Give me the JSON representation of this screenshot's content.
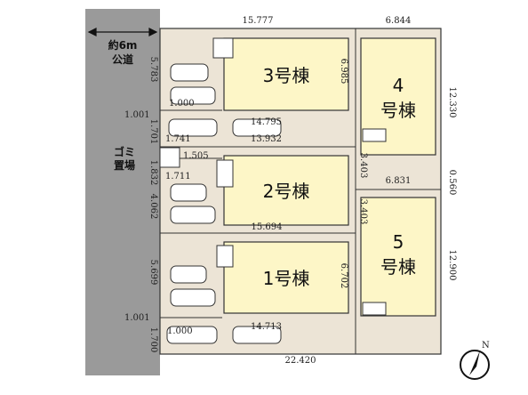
{
  "road": {
    "label_line1": "約6m",
    "label_line2": "公道"
  },
  "garbage": {
    "label_line1": "ゴミ",
    "label_line2": "置場"
  },
  "buildings": [
    {
      "id": "b3",
      "label": "3号棟"
    },
    {
      "id": "b4",
      "label_line1": "4",
      "label_line2": "号棟"
    },
    {
      "id": "b2",
      "label": "2号棟"
    },
    {
      "id": "b5",
      "label_line1": "5",
      "label_line2": "号棟"
    },
    {
      "id": "b1",
      "label": "1号棟"
    }
  ],
  "dimensions": {
    "top_left": "15.777",
    "top_right": "6.844",
    "left_lot3": "5.783",
    "right_lot3": "6.985",
    "right_lot4": "12.330",
    "small_1000_top": "1.000",
    "small_1001_top": "1.001",
    "small_1701": "1.701",
    "small_1741": "1.741",
    "small_1505": "1.505",
    "small_1832": "1.832",
    "small_1711": "1.711",
    "small_4062": "4.062",
    "small_14795": "14.795",
    "small_13932": "13.932",
    "mid_3403": "3.403",
    "mid_6831": "6.831",
    "mid_0560": "0.560",
    "mid_3403b": "3.403",
    "lot2_bottom": "15.694",
    "left_lot1": "5.699",
    "right_lot1": "6.702",
    "right_lot5": "12.900",
    "small_1001_bot": "1.001",
    "small_1000_bot": "1.000",
    "small_1700": "1.700",
    "small_14713": "14.713",
    "bottom": "22.420"
  },
  "colors": {
    "lot_fill": "#ece4d6",
    "building_fill": "#fdf6c7",
    "road_fill": "#9a9a9a",
    "line": "#333333"
  },
  "compass": {
    "label": "N"
  }
}
